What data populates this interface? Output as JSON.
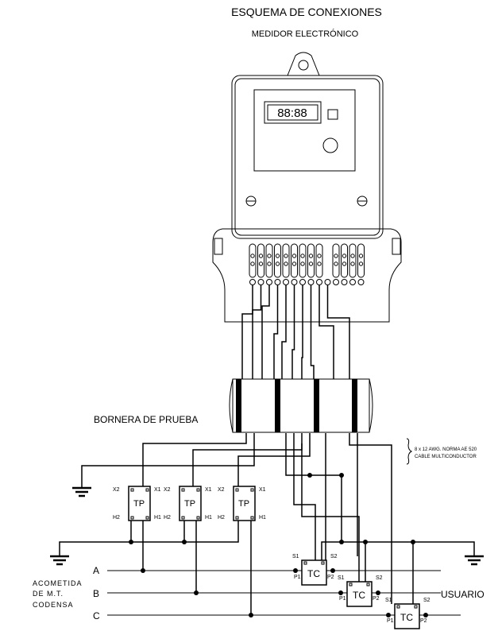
{
  "title": "ESQUEMA DE CONEXIONES",
  "subtitle": "MEDIDOR ELECTRÓNICO",
  "meter": {
    "display": "88:88"
  },
  "bornera_label": "BORNERA DE PRUEBA",
  "cable_note": [
    "8 x 12 AWG. NORMA AE 520",
    "CABLE MULTICONDUCTOR"
  ],
  "tp": {
    "label": "TP",
    "x2": "X2",
    "x1": "X1",
    "h2": "H2",
    "h1": "H1"
  },
  "tc": {
    "label": "TC",
    "s1": "S1",
    "s2": "S2",
    "p1": "P1",
    "p2": "P2"
  },
  "phases": [
    "A",
    "B",
    "C"
  ],
  "acometida": [
    "ACOMETIDA",
    "DE M.T.",
    "CODENSA"
  ],
  "usuario": "USUARIO"
}
